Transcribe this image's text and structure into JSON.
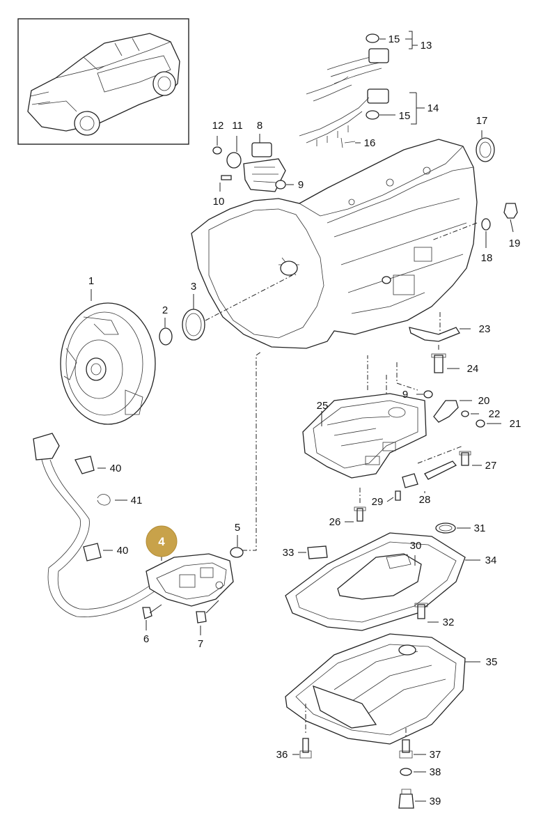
{
  "diagram": {
    "highlight": {
      "label": "4",
      "color": "#c8a24a"
    },
    "labels": {
      "p1": "1",
      "p2": "2",
      "p3": "3",
      "p5": "5",
      "p6": "6",
      "p7": "7",
      "p8": "8",
      "p9a": "9",
      "p9b": "9",
      "p10": "10",
      "p11": "11",
      "p12": "12",
      "p13": "13",
      "p14": "14",
      "p15a": "15",
      "p15b": "15",
      "p16": "16",
      "p17": "17",
      "p18": "18",
      "p19": "19",
      "p20": "20",
      "p21": "21",
      "p22": "22",
      "p23": "23",
      "p24": "24",
      "p25": "25",
      "p26": "26",
      "p27": "27",
      "p28": "28",
      "p29": "29",
      "p30": "30",
      "p31": "31",
      "p32": "32",
      "p33": "33",
      "p34": "34",
      "p35": "35",
      "p36": "36",
      "p37": "37",
      "p38": "38",
      "p39": "39",
      "p40a": "40",
      "p40b": "40",
      "p41": "41"
    }
  }
}
